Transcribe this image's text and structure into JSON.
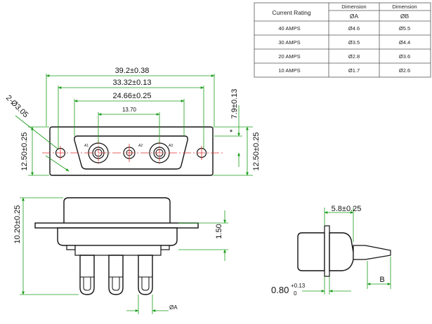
{
  "table": {
    "headers": [
      "Current Rating",
      "Dimension",
      "Dimension"
    ],
    "subheaders": [
      "ØA",
      "ØB"
    ],
    "rows": [
      [
        "40 AMPS",
        "Ø4.6",
        "Ø5.5"
      ],
      [
        "30 AMPS",
        "Ø3.5",
        "Ø4.4"
      ],
      [
        "20 AMPS",
        "Ø2.8",
        "Ø3.6"
      ],
      [
        "10 AMPS",
        "Ø1.7",
        "Ø2.6"
      ]
    ]
  },
  "dims": {
    "w_overall": "39.2±0.38",
    "w_mount": "33.32±0.13",
    "w_shell": "24.66±0.25",
    "pitch": "13.70",
    "holes": "2-Ø3.05",
    "h_left": "12.50±0.25",
    "h_right": "12.50±0.25",
    "h_top": "7.9±0.13",
    "asterisk": "*",
    "side_height": "10.20±0.25",
    "side_offset": "1.50",
    "phi_a": "ØA",
    "depth": "5.8±0.25",
    "thickness_main": "0.80",
    "thickness_sup": "+0.13",
    "thickness_sub": "0",
    "b_label": "B",
    "pin_a1": "A1",
    "pin_a2": "A2",
    "pin_a3": "A3"
  }
}
